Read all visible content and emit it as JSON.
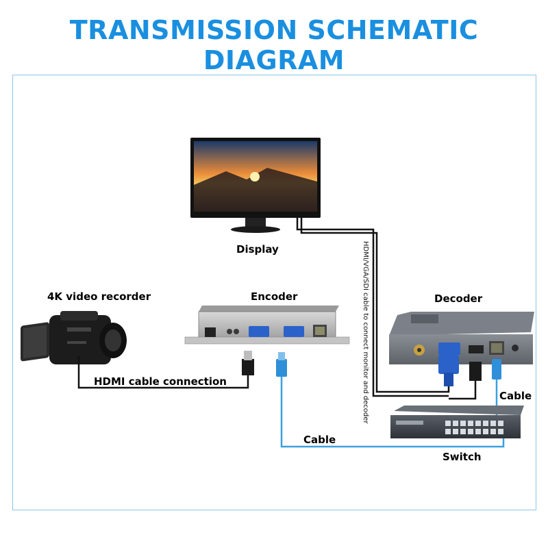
{
  "title": "TRANSMISSION SCHEMATIC DIAGRAM",
  "labels": {
    "display": "Display",
    "recorder": "4K video recorder",
    "encoder": "Encoder",
    "decoder": "Decoder",
    "hdmi_connection": "HDMI cable connection",
    "cable_left": "Cable",
    "cable_right": "Cable",
    "switch": "Switch",
    "vertical_cable": "HDMI/VGA/SDI cable to connect monitor and decoder"
  },
  "colors": {
    "title": "#1a8fe0",
    "frame": "#8ec4ea",
    "network_cable": "#3aa0e0",
    "black_cable": "#111111"
  }
}
